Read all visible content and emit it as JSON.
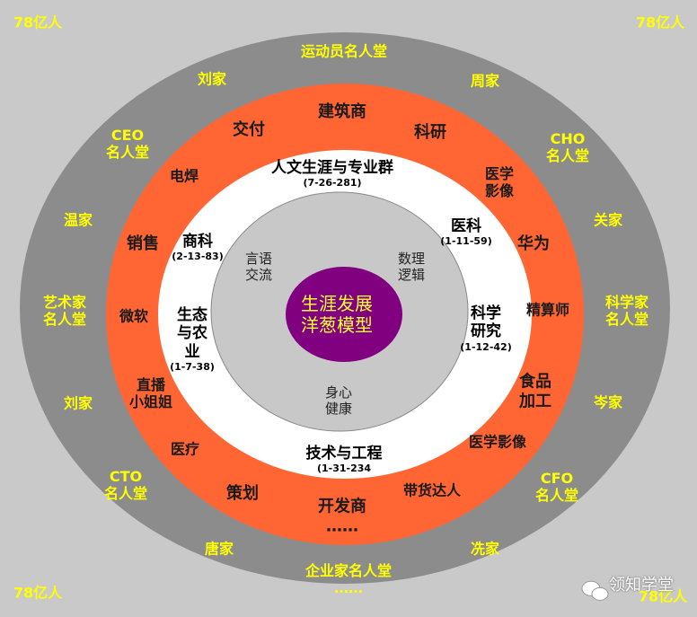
{
  "colors": {
    "background": "#c9c9c9",
    "outer_ring": "#8c8c8c",
    "orange_ring": "#ff6633",
    "white_ring": "#ffffff",
    "inner_gray": "#c8c8c8",
    "core": "#800080",
    "yellow_text": "#ffff00"
  },
  "corners": [
    "78亿人",
    "78亿人",
    "78亿人",
    "78亿人"
  ],
  "outer": [
    "运动员名人堂",
    "刘家",
    "周家",
    "CEO\n名人堂",
    "CHO\n名人堂",
    "温家",
    "关家",
    "艺术家\n名人堂",
    "科学家\n名人堂",
    "刘家",
    "岑家",
    "CTO\n名人堂",
    "CFO\n名人堂",
    "唐家",
    "冼家",
    "企业家名人堂\n……"
  ],
  "orange": [
    "建筑商",
    "交付",
    "科研",
    "电焊",
    "医学\n影像",
    "销售",
    "华为",
    "微软",
    "精算师",
    "直播\n小姐姐",
    "食品\n加工",
    "医疗",
    "医学影像",
    "策划",
    "带货达人",
    "开发商\n……"
  ],
  "white": [
    {
      "name": "人文生涯与专业群",
      "code": "(7-26-281)"
    },
    {
      "name": "商科",
      "code": "(2-13-83)"
    },
    {
      "name": "医科",
      "code": "(1-11-59)"
    },
    {
      "name": "生态\n与农\n业",
      "code": "(1-7-38)"
    },
    {
      "name": "科学\n研究",
      "code": "(1-12-42)"
    },
    {
      "name": "技术与工程",
      "code": "(1-31-234"
    }
  ],
  "inner": [
    "言语\n交流",
    "数理\n逻辑",
    "身心\n健康"
  ],
  "core": "生涯发展\n洋葱模型",
  "watermark": {
    "icon": "wechat-icon",
    "text": "领知学堂"
  }
}
